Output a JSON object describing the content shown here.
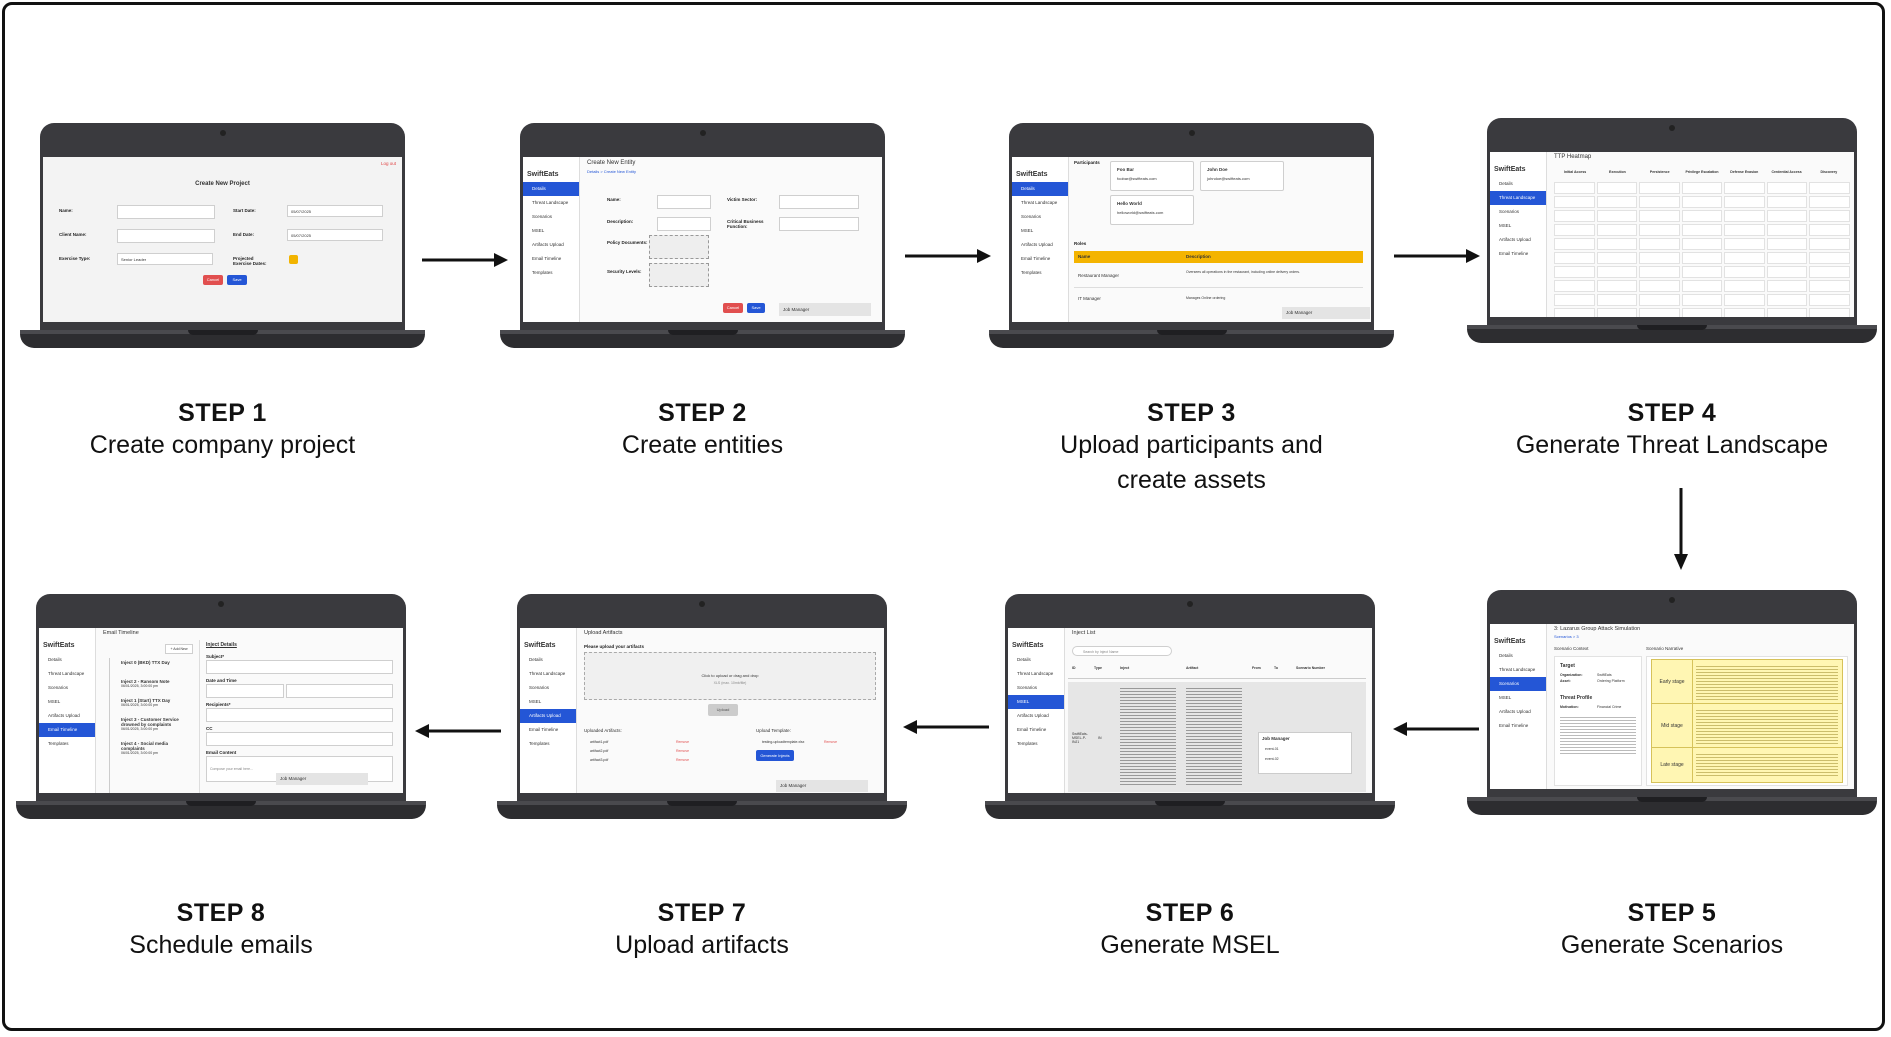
{
  "steps": [
    {
      "title": "STEP 1",
      "desc": "Create company project"
    },
    {
      "title": "STEP 2",
      "desc": "Create entities"
    },
    {
      "title": "STEP 3",
      "desc": "Upload participants and create  assets"
    },
    {
      "title": "STEP 4",
      "desc": "Generate Threat Landscape"
    },
    {
      "title": "STEP 5",
      "desc": "Generate Scenarios"
    },
    {
      "title": "STEP 6",
      "desc": "Generate MSEL"
    },
    {
      "title": "STEP 7",
      "desc": "Upload artifacts"
    },
    {
      "title": "STEP 8",
      "desc": "Schedule emails"
    }
  ],
  "app": {
    "brand": "SwiftEats",
    "nav": [
      "Details",
      "Threat Landscape",
      "Scenarios",
      "MSEL",
      "Artifacts Upload",
      "Email Timeline",
      "Templates"
    ],
    "job_manager": "Job Manager"
  },
  "s1": {
    "title": "Create New Project",
    "name": "Name:",
    "start": "Start Date:",
    "client": "Client Name:",
    "end": "End Date:",
    "etype": "Exercise Type:",
    "proj": "Projected Exercise Dates:",
    "select": "Senior Leader",
    "cancel": "Cancel",
    "save": "Save",
    "date1": "05/07/2025",
    "date2": "05/07/2025",
    "logout": "Log out"
  },
  "s2": {
    "title": "Create New Entity",
    "crumb": "Details  >  Create New Entity",
    "name": "Name:",
    "victim": "Victim Sector:",
    "desc": "Description:",
    "critical": "Critical Business Function:",
    "policy": "Policy Documents:",
    "security": "Security Levels:",
    "cancel": "Cancel",
    "save": "Save"
  },
  "s3": {
    "participants": "Participants",
    "p1": "Foo Bar",
    "p1mail": "foobar@swifteats.com",
    "p2": "John Doe",
    "p2mail": "johndoe@swifteats.com",
    "p3": "Hello World",
    "p3mail": "helloworld@swifteats.com",
    "roles": "Roles",
    "th1": "Name",
    "th2": "Description",
    "r1": "Restaurant Manager",
    "r1d": "Oversees all operations in the restaurant, including online delivery orders.",
    "r2": "IT Manager",
    "r2d": "Manages Online ordering"
  },
  "s4": {
    "title": "TTP Heatmap",
    "cols": [
      "Initial Access",
      "Execution",
      "Persistence",
      "Privilege Escalation",
      "Defense Evasion",
      "Credential Access",
      "Discovery"
    ]
  },
  "s5": {
    "title": "3: Lazarus Group Attack Simulation",
    "crumb": "Scenarios  >  3",
    "context": "Scenario Context",
    "narrative": "Scenario Narrative",
    "target": "Target",
    "org": "Organization:",
    "orgv": "SwiftEats",
    "asset": "Asset:",
    "assetv": "Ordering Platform",
    "profile": "Threat Profile",
    "motivation": "Motivation:",
    "motv": "Financial Crime",
    "early": "Early stage",
    "mid": "Mid stage",
    "late": "Late stage"
  },
  "s6": {
    "title": "Inject List",
    "search": "Search by Inject Name",
    "h": [
      "ID",
      "Type",
      "Inject",
      "Artifact",
      "From",
      "To",
      "Scenario Number"
    ],
    "id": "SwiftEats-MSEL-P-INJ1",
    "type": "IN",
    "run1": "event-01",
    "run2": "event-02"
  },
  "s7": {
    "title": "Upload Artifacts",
    "prompt": "Please upload your artifacts",
    "click": "Click to upload or drag and drop",
    "hint": "XLS (max. 10mb/file)",
    "upload": "Upload",
    "uploaded": "Uploaded Artifacts:",
    "files": [
      "artifact1.pdf",
      "artifact2.pdf",
      "artifact3.pdf"
    ],
    "remove": "Remove",
    "template": "Upload Template:",
    "tfile": "testing-uploadtemplate.xlsx",
    "tbtn": "Generate Injects"
  },
  "s8": {
    "title": "Email Timeline",
    "details": "Inject Details",
    "subject": "Subject*",
    "date": "Date and Time",
    "recipients": "Recipients*",
    "cc": "CC",
    "content": "Email Content",
    "compose": "Compose your email here...",
    "add": "+ Add New",
    "injects": [
      {
        "t": "Inject 0 (BKD) TTX Day",
        "d": ""
      },
      {
        "t": "Inject 2 - Ransom Note",
        "d": "06/01/2025, 3:00:00 pm"
      },
      {
        "t": "Inject 1 (Start) TTX Day",
        "d": "06/01/2025, 3:00:00 pm"
      },
      {
        "t": "Inject 3 - Customer Service drowned by complaints",
        "d": "06/01/2025, 3:00:00 pm"
      },
      {
        "t": "Inject 4 - Social media complaints",
        "d": "06/01/2025, 3:00:00 pm"
      }
    ]
  }
}
